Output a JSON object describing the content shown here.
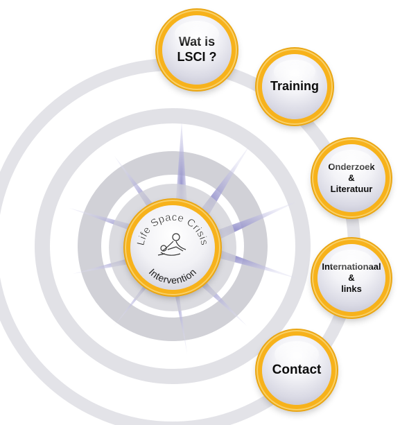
{
  "menu": {
    "items": [
      {
        "label": "Wat is\nLSCI ?"
      },
      {
        "label": "Training"
      },
      {
        "label": "Onderzoek\n&\nLiteratuur"
      },
      {
        "label": "Internationaal\n&\nlinks"
      },
      {
        "label": "Contact"
      }
    ]
  },
  "logo": {
    "top_text": "Life Space Crisis",
    "bottom_text": "Intervention"
  },
  "colors": {
    "ring": "#f7b21b",
    "ring_light": "#f9d067",
    "track": "#dcdce2",
    "ray": "#a9a7d6",
    "text": "#0d0d0d"
  }
}
